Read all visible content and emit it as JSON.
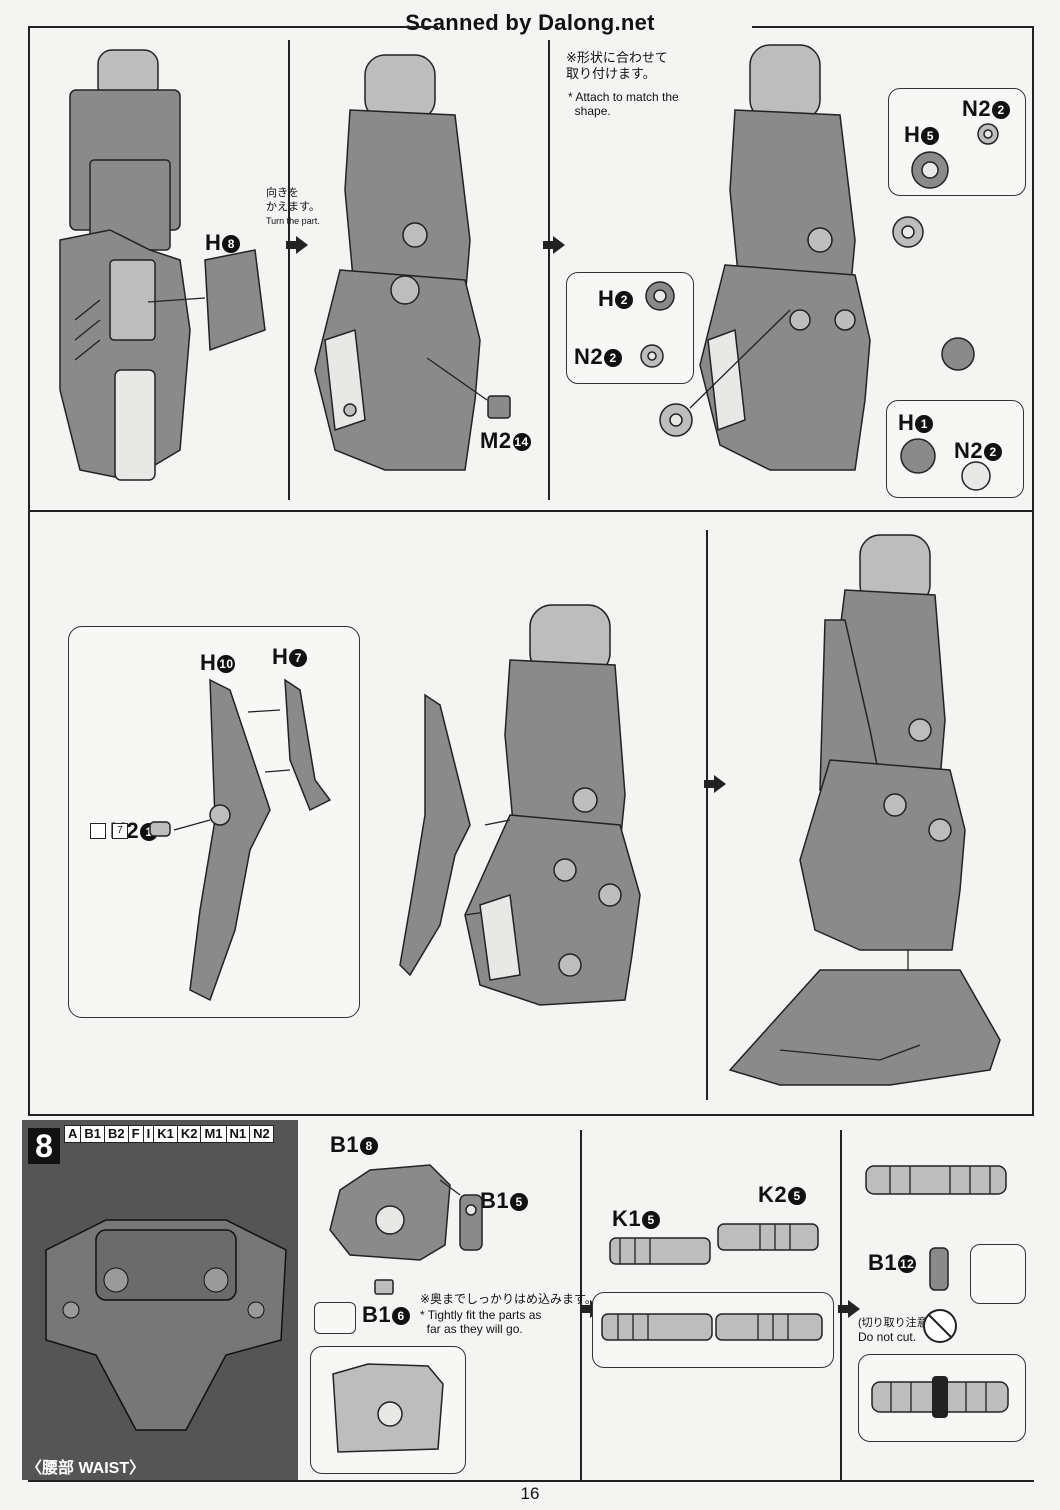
{
  "header": {
    "title": "Scanned by Dalong.net"
  },
  "step7": {
    "turn_jp": "向きを\nかえます。",
    "turn_en": "Turn the part.",
    "shape_jp": "※形状に合わせて\n取り付けます。",
    "shape_en": "* Attach to match the\n  shape.",
    "parts": {
      "h8": "H",
      "h8n": "8",
      "m2": "M2",
      "m2n": "14",
      "h2": "H",
      "h2n": "2",
      "n2a": "N2",
      "n2an": "2",
      "h5": "H",
      "h5n": "5",
      "n2b": "N2",
      "n2bn": "2",
      "h1": "H",
      "h1n": "1",
      "n2c": "N2",
      "n2cn": "2",
      "h10": "H",
      "h10n": "10",
      "h7": "H",
      "h7n": "7",
      "n2d": "N2",
      "n2dn": "1",
      "cut_count": "7"
    }
  },
  "step8": {
    "number": "8",
    "runners": [
      "A",
      "B1",
      "B2",
      "F",
      "I",
      "K1",
      "K2",
      "M1",
      "N1",
      "N2"
    ],
    "section_label": "〈腰部 WAIST〉",
    "parts": {
      "b18": "B1",
      "b18n": "8",
      "b15": "B1",
      "b15n": "5",
      "b16": "B1",
      "b16n": "6",
      "k15": "K1",
      "k15n": "5",
      "k25": "K2",
      "k25n": "5",
      "b112": "B1",
      "b112n": "12"
    },
    "tight_jp": "※奥までしっかりはめ込みます。",
    "tight_en": "* Tightly fit the parts as\n  far as they will go.",
    "nocut_jp": "(切り取り注意)",
    "nocut_en": "Do not cut."
  },
  "footer": {
    "page": "16"
  }
}
